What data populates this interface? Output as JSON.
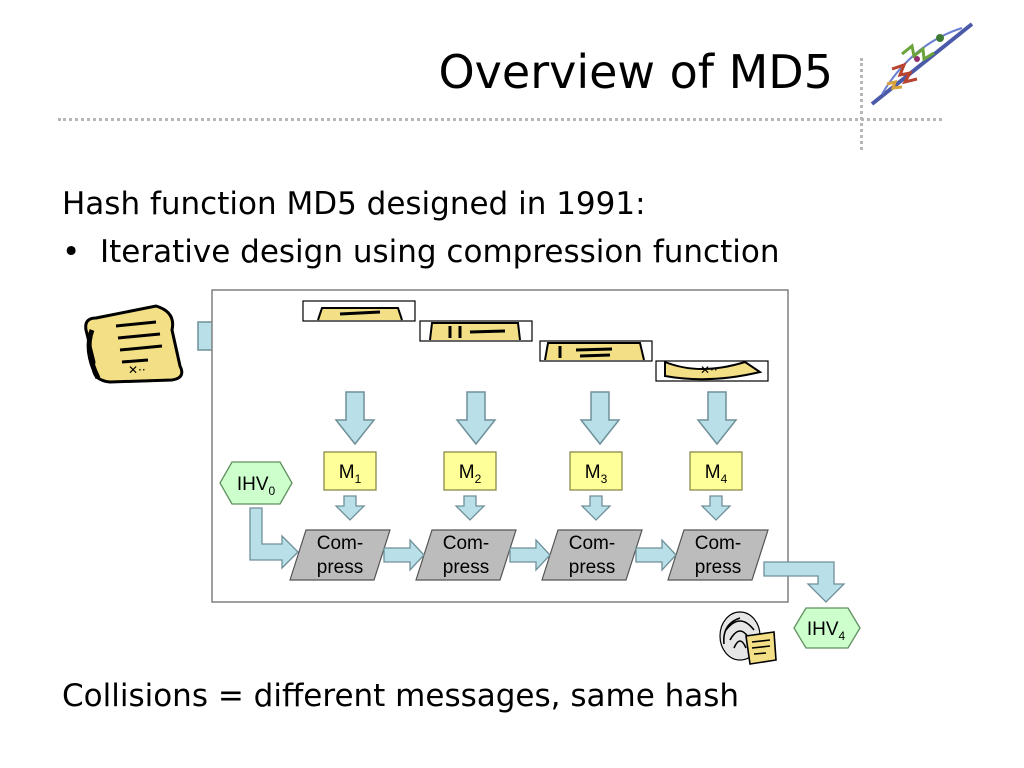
{
  "slide": {
    "title": "Overview of MD5",
    "intro": "Hash function MD5 designed in 1991:",
    "bullet_symbol": "•",
    "bullet": "Iterative design using compression function",
    "footer_text": "Collisions = different messages, same hash"
  },
  "diagram": {
    "ihv_prefix": "IHV",
    "ihv_start_sub": "0",
    "ihv_end_sub": "4",
    "message_prefix": "M",
    "message_subs": [
      "1",
      "2",
      "3",
      "4"
    ],
    "compress_line1": "Com-",
    "compress_line2": "press",
    "colors": {
      "arrow_fill": "#b9e0e8",
      "arrow_stroke": "#6f8f99",
      "message_fill": "#ffff99",
      "ihv_fill": "#ccffcc",
      "compress_fill": "#bcbcbc",
      "scroll_fill": "#f3df86"
    },
    "icons": [
      "document-scroll-icon",
      "document-strip-icon",
      "fingerprint-document-icon",
      "feather-art-icon"
    ]
  }
}
